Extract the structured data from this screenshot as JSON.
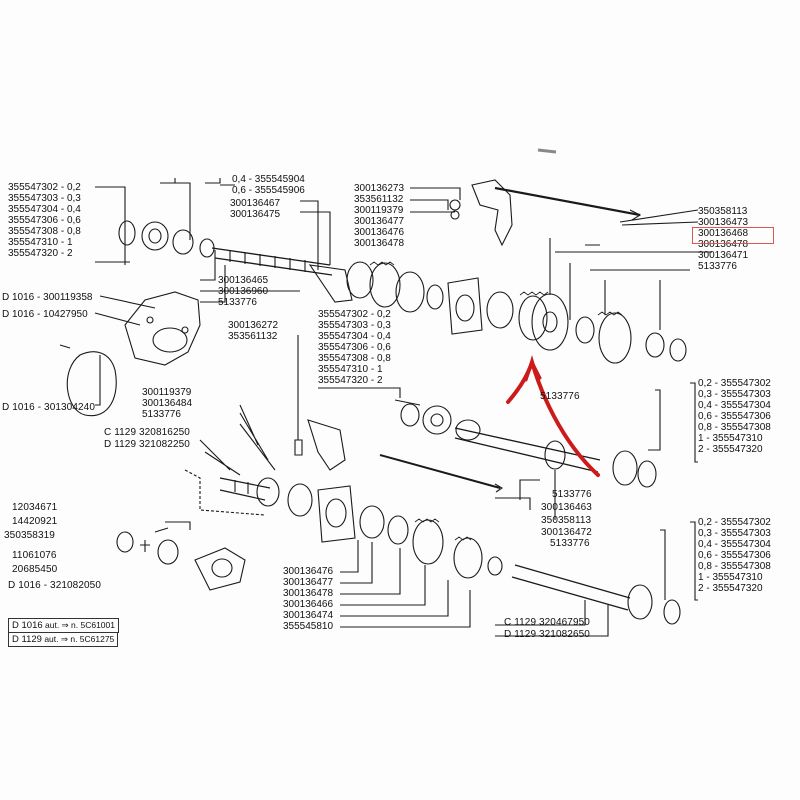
{
  "colors": {
    "ink": "#1a1a1a",
    "highlight": "#e05555",
    "arrow": "#cc1b1b"
  },
  "left_group": [
    "355547302 - 0,2",
    "355547303 - 0,3",
    "355547304 - 0,4",
    "355547306 - 0,6",
    "355547308 - 0,8",
    "355547310 - 1",
    "355547320 - 2"
  ],
  "top_mid_group": [
    "0,4 - 355545904",
    "0,6 - 355545906"
  ],
  "parts_a": [
    "300136467",
    "300136475"
  ],
  "parts_b": [
    "300136465",
    "300136960",
    "5133776"
  ],
  "parts_c": [
    "300136273",
    "353561132",
    "300119379",
    "300136477",
    "300136476",
    "300136478"
  ],
  "parts_right_top": [
    "350358113",
    "300136473",
    "300136468",
    "300136478",
    "300136471",
    "5133776"
  ],
  "left_d1016_a": [
    "D 1016 - 300119358",
    "D 1016 - 10427950"
  ],
  "left_d1016_b": "D 1016 - 301304240",
  "mid_parts": [
    "300136272",
    "353561132"
  ],
  "mid_group": [
    "355547302 - 0,2",
    "355547303 - 0,3",
    "355547304 - 0,4",
    "355547306 - 0,6",
    "355547308 - 0,8",
    "355547310 - 1",
    "355547320 - 2"
  ],
  "mid_label": "5133776",
  "right_mid_group": [
    "0,2 - 355547302",
    "0,3 - 355547303",
    "0,4 - 355547304",
    "0,6 - 355547306",
    "0,8 - 355547308",
    "1 - 355547310",
    "2 - 355547320"
  ],
  "left_mid_parts": [
    "300119379",
    "300136484",
    "5133776"
  ],
  "c1129_a": "C 1129 320816250",
  "d1129_a": "D 1129 321082250",
  "bottom_right_center": [
    "5133776",
    "300136463",
    "350358113",
    "300136472",
    "5133776"
  ],
  "left_bottom": [
    "12034671",
    "14420921",
    "350358319",
    "11061076",
    "20685450",
    "D 1016 - 321082050"
  ],
  "bottom_mid": [
    "300136476",
    "300136477",
    "300136478",
    "300136466",
    "300136474",
    "355545810"
  ],
  "right_bottom_group": [
    "0,2 - 355547302",
    "0,3 - 355547303",
    "0,4 - 355547304",
    "0,6 - 355547306",
    "0,8 - 355547308",
    "1 - 355547310",
    "2 - 355547320"
  ],
  "c1129_b": "C 1129 320467950",
  "d1129_b": "D 1129 321082650",
  "notes": [
    {
      "model": "D 1016",
      "text": "aut. ⇒ n. 5C61001"
    },
    {
      "model": "D 1129",
      "text": "aut. ⇒ n. 5C61275"
    }
  ]
}
